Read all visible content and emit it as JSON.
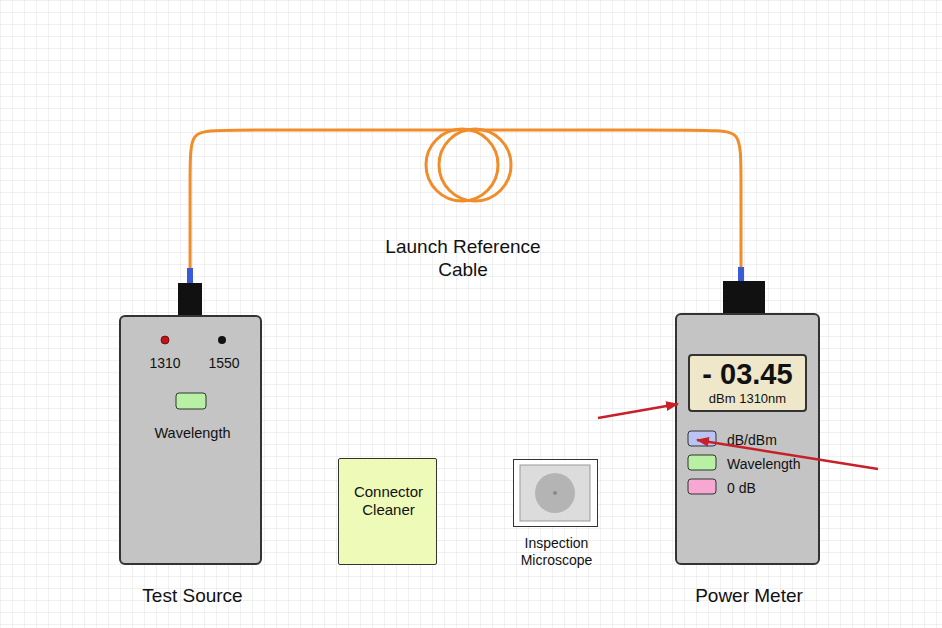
{
  "diagram": {
    "nodes": [
      {
        "text": [
          "Test Source",
          "1310",
          "1550",
          "Wavelength"
        ]
      },
      {
        "text": [
          "Connector Cleaner"
        ]
      },
      {
        "text": [
          "Inspection Microscope"
        ]
      },
      {
        "text": [
          "Power Meter",
          "dB/dBm",
          "Wavelength",
          "0 dB"
        ]
      },
      {
        "text": [
          "- 03.45",
          "dBm 1310nm"
        ],
        "in": 3
      }
    ],
    "edges": [
      {
        "from": 0,
        "to": 3,
        "arrow": "none",
        "label": "Launch Reference Cable"
      }
    ]
  }
}
